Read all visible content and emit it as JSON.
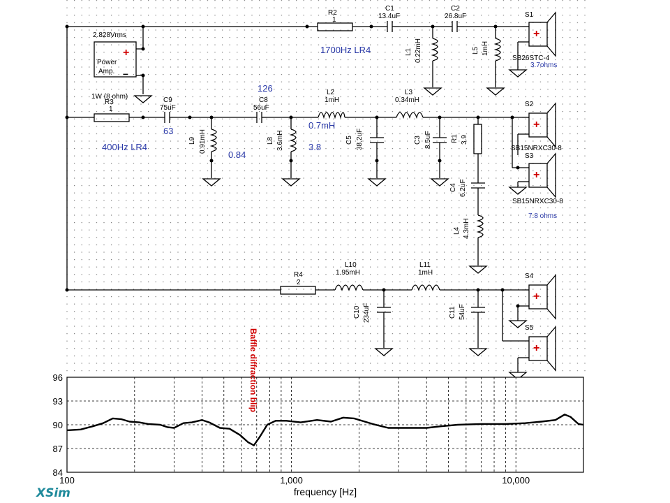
{
  "schematic": {
    "source": {
      "voltage": "2.828Vrms",
      "body_line1": "Power",
      "body_line2": "Amp.",
      "load": "1W (8 ohm)"
    },
    "resistors": [
      {
        "ref": "R2",
        "value": "1"
      },
      {
        "ref": "R3",
        "value": "1"
      },
      {
        "ref": "R4",
        "value": "2"
      },
      {
        "ref": "R1",
        "value": "3.9"
      }
    ],
    "capacitors": [
      {
        "ref": "C1",
        "value": "13.4uF"
      },
      {
        "ref": "C2",
        "value": "26.8uF"
      },
      {
        "ref": "C9",
        "value": "75uF"
      },
      {
        "ref": "C8",
        "value": "56uF"
      },
      {
        "ref": "C5",
        "value": "38.2uF"
      },
      {
        "ref": "C3",
        "value": "8.5uF"
      },
      {
        "ref": "C4",
        "value": "6.2uF"
      },
      {
        "ref": "C10",
        "value": "234uF"
      },
      {
        "ref": "C11",
        "value": "54uF"
      }
    ],
    "inductors": [
      {
        "ref": "L1",
        "value": "0.22mH"
      },
      {
        "ref": "L5",
        "value": "1mH"
      },
      {
        "ref": "L9",
        "value": "0.91mH"
      },
      {
        "ref": "L8",
        "value": "3.6mH"
      },
      {
        "ref": "L2",
        "value": "1mH"
      },
      {
        "ref": "L3",
        "value": "0.34mH"
      },
      {
        "ref": "L4",
        "value": "4.3mH"
      },
      {
        "ref": "L10",
        "value": "1.95mH"
      },
      {
        "ref": "L11",
        "value": "1mH"
      }
    ],
    "speakers": [
      {
        "ref": "S1",
        "model": "SB26STC-4",
        "note": "3.7ohms"
      },
      {
        "ref": "S2",
        "model": "SB15NRXC30-8",
        "note": ""
      },
      {
        "ref": "S3",
        "model": "SB15NRXC30-8",
        "note": "7.8 ohms"
      },
      {
        "ref": "S4",
        "model": "",
        "note": ""
      },
      {
        "ref": "S5",
        "model": "",
        "note": ""
      }
    ],
    "annotations": {
      "tweeter_xo": "1700Hz LR4",
      "low_xo": "400Hz LR4",
      "a63": "63",
      "a126": "126",
      "a084": "0.84",
      "a38": "3.8",
      "a07mh": "0.7mH"
    }
  },
  "chart_data": {
    "type": "line",
    "xlabel": "frequency [Hz]",
    "xscale": "log",
    "xlim": [
      100,
      20000
    ],
    "ylim": [
      84,
      96
    ],
    "x_ticks": [
      "100",
      "1,000",
      "10,000"
    ],
    "y_ticks": [
      "96",
      "93",
      "90",
      "87",
      "84"
    ],
    "grid": true,
    "annotation": "Baffle diffraction blip",
    "series": [
      {
        "points": [
          [
            100,
            89.3
          ],
          [
            115,
            89.4
          ],
          [
            130,
            89.8
          ],
          [
            145,
            90.2
          ],
          [
            160,
            90.8
          ],
          [
            175,
            90.7
          ],
          [
            190,
            90.4
          ],
          [
            210,
            90.3
          ],
          [
            230,
            90.1
          ],
          [
            260,
            90.0
          ],
          [
            280,
            89.7
          ],
          [
            300,
            89.6
          ],
          [
            330,
            90.2
          ],
          [
            360,
            90.3
          ],
          [
            400,
            90.6
          ],
          [
            430,
            90.3
          ],
          [
            480,
            89.6
          ],
          [
            530,
            89.5
          ],
          [
            590,
            88.7
          ],
          [
            640,
            87.8
          ],
          [
            680,
            87.4
          ],
          [
            720,
            88.4
          ],
          [
            780,
            90.0
          ],
          [
            850,
            90.5
          ],
          [
            950,
            90.5
          ],
          [
            1100,
            90.3
          ],
          [
            1300,
            90.6
          ],
          [
            1500,
            90.4
          ],
          [
            1700,
            90.9
          ],
          [
            1900,
            90.8
          ],
          [
            2300,
            90.1
          ],
          [
            2700,
            89.6
          ],
          [
            3300,
            89.6
          ],
          [
            4000,
            89.6
          ],
          [
            4600,
            89.8
          ],
          [
            5500,
            90.0
          ],
          [
            7000,
            90.1
          ],
          [
            9000,
            90.1
          ],
          [
            11000,
            90.2
          ],
          [
            13000,
            90.4
          ],
          [
            15000,
            90.6
          ],
          [
            16500,
            91.3
          ],
          [
            17500,
            91.0
          ],
          [
            19000,
            90.1
          ],
          [
            20000,
            90.0
          ]
        ]
      }
    ]
  },
  "brand": {
    "logo": "XSim"
  }
}
